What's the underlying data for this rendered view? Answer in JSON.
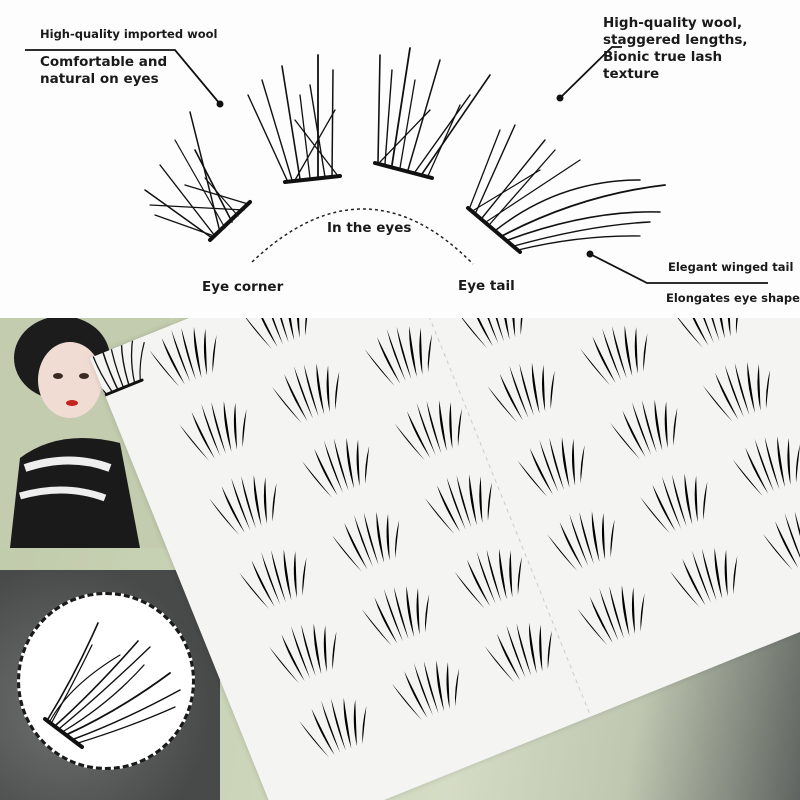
{
  "annotations": {
    "top_left": {
      "heading": "High-quality imported wool",
      "lines": [
        "Comfortable and",
        "natural on eyes"
      ]
    },
    "top_right": {
      "lines": [
        "High-quality wool,",
        "staggered lengths,",
        "Bionic true lash",
        "texture"
      ]
    },
    "arc": {
      "center": "In the eyes",
      "left": "Eye corner",
      "right": "Eye tail"
    },
    "bottom_right": {
      "heading": "Elegant winged tail",
      "sub": "Elongates eye shape"
    }
  },
  "images": {
    "lash_clusters_top": [
      "eye-corner-cluster",
      "inner-cluster-1",
      "inner-cluster-2",
      "eye-tail-winged-cluster"
    ],
    "product_photo": "lash-cluster-tray-with-illustrated-woman-packaging",
    "zoom_detail": "single-lash-cluster-closeup"
  },
  "colors": {
    "text": "#1a1a1a",
    "background": "#fdfdfd",
    "backdrop_green": "#c9d3b6"
  }
}
